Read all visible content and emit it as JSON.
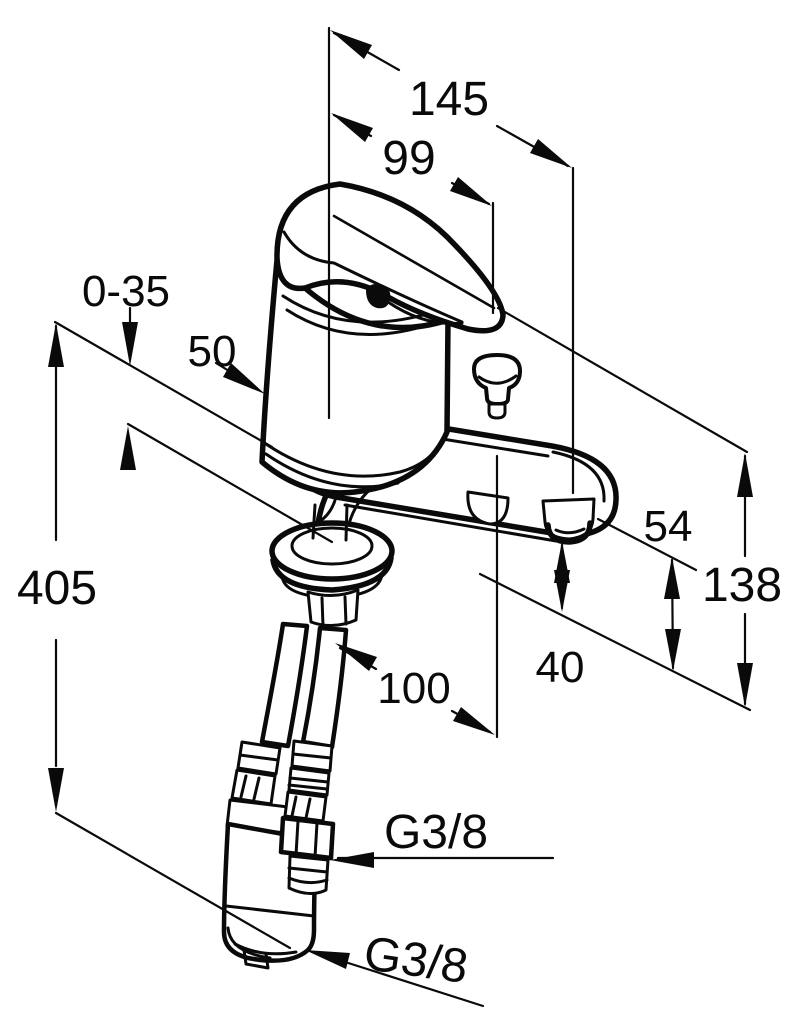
{
  "diagram": {
    "kind": "technical-dimension-drawing",
    "subject": "single-lever mixer tap with flexible supply hoses, isometric view",
    "line_color": "#0a0a0a",
    "background_color": "#ffffff",
    "dimensions": {
      "overall_length": "145",
      "lever_length": "99",
      "deck_thickness_range": "0-35",
      "body_offset": "50",
      "height_with_hoses": "405",
      "spout_height": "54",
      "total_height": "138",
      "outlet_clearance": "40",
      "base_depth": "100"
    },
    "connections": {
      "upper_thread": "G3/8",
      "lower_thread": "G3/8"
    }
  }
}
